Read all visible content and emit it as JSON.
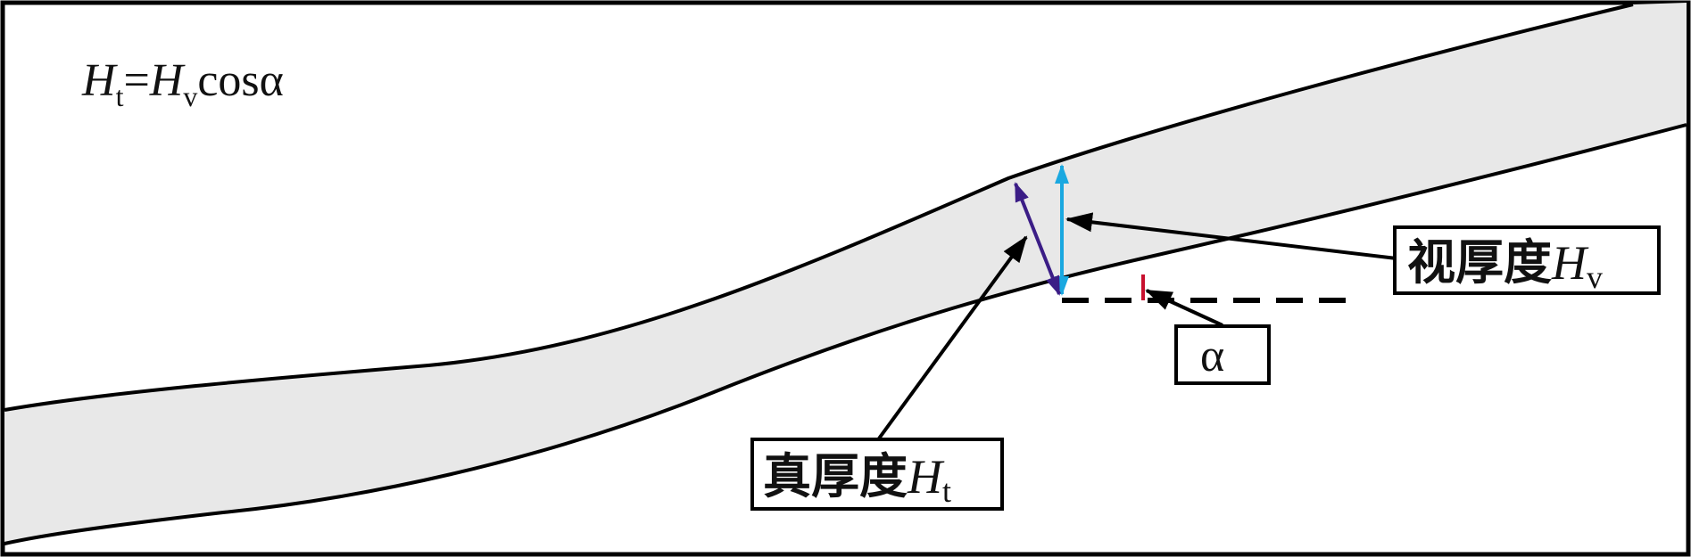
{
  "formula": {
    "lhs_var": "H",
    "lhs_sub": "t",
    "eq": "=",
    "rhs_var": "H",
    "rhs_sub": "v",
    "rhs_fn": "cosα"
  },
  "labels": {
    "apparent": {
      "prefix": "视厚度",
      "var": "H",
      "sub": "v"
    },
    "true": {
      "prefix": "真厚度",
      "var": "H",
      "sub": "t"
    },
    "angle": "α"
  },
  "colors": {
    "layer_fill": "#e8e8e8",
    "true_thickness_arrow": "#3b1d86",
    "apparent_thickness_arrow": "#1aa8e0",
    "angle_mark": "#c8102e",
    "outline": "#000000"
  }
}
